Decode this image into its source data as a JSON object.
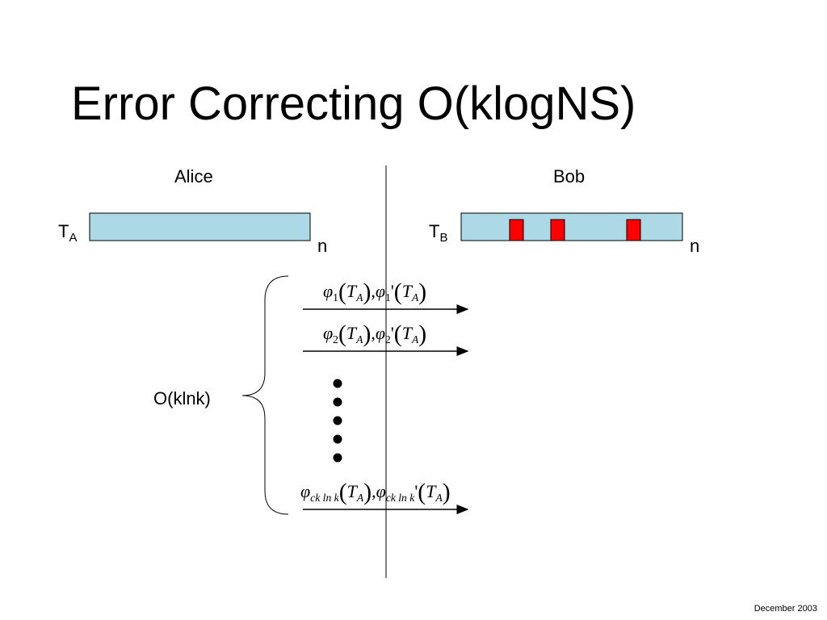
{
  "slide": {
    "title": "Error Correcting O(klogNS)",
    "alice": {
      "name": "Alice",
      "string_symbol": "T",
      "string_subscript": "A",
      "length_label": "n"
    },
    "bob": {
      "name": "Bob",
      "string_symbol": "T",
      "string_subscript": "B",
      "length_label": "n",
      "error_marks": 3
    },
    "rounds_label": "O(klnk)",
    "messages": [
      {
        "phi": "φ",
        "sub": "1",
        "prime": "'",
        "arg": "T",
        "arg_sub": "A"
      },
      {
        "phi": "φ",
        "sub": "2",
        "prime": "'",
        "arg": "T",
        "arg_sub": "A"
      },
      {
        "phi": "φ",
        "sub": "ck ln k",
        "prime": "'",
        "arg": "T",
        "arg_sub": "A"
      }
    ],
    "footer": "December 2003"
  },
  "colors": {
    "string_fill": "#add8e6",
    "error_fill": "#ff0000",
    "stroke": "#000000"
  }
}
